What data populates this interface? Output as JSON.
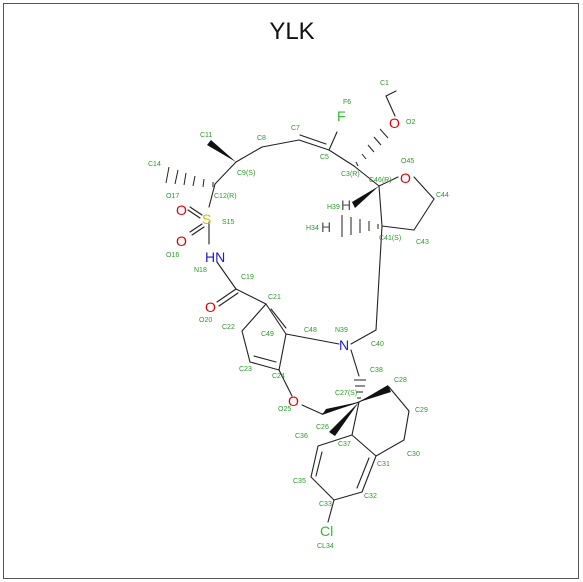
{
  "title": "YLK",
  "colors": {
    "carbon_label": "#2a9a2a",
    "oxygen": "#e00000",
    "nitrogen": "#1a1ad8",
    "sulfur": "#c8c800",
    "fluorine": "#33bb33",
    "chlorine": "#33bb33",
    "bond": "#222222"
  },
  "atoms": {
    "f": "F",
    "o2": "O",
    "o45": "O",
    "s": "S",
    "hn": "HN",
    "o20": "O",
    "n": "N",
    "o25": "O",
    "cl": "Cl",
    "h39": "H",
    "h34": "H"
  },
  "labels": {
    "c1": "C1",
    "f6": "F6",
    "o2": "O2",
    "c7": "C7",
    "c8": "C8",
    "c11": "C11",
    "c5": "C5",
    "c9": "C9(S)",
    "c3": "C3(R)",
    "c46": "C46(R)",
    "o45": "O45",
    "c44": "C44",
    "c14": "C14",
    "o17": "O17",
    "c12": "C12(R)",
    "s15": "S15",
    "h39": "H39",
    "h34": "H34",
    "c41": "C41(S)",
    "c43": "C43",
    "o16": "O16",
    "n18": "N18",
    "c19": "C19",
    "c21": "C21",
    "o20": "O20",
    "c22": "C22",
    "c49": "C49",
    "c48": "C48",
    "n39": "N39",
    "c40": "C40",
    "c23": "C23",
    "c24": "C24",
    "c38": "C38",
    "c28": "C28",
    "c27": "C27(S)",
    "o25": "O25",
    "c29": "C29",
    "c26": "C26",
    "c36": "C36",
    "c37": "C37",
    "c30": "C30",
    "c31": "C31",
    "c35": "C35",
    "c33": "C33",
    "c32": "C32",
    "cl34": "CL34"
  }
}
